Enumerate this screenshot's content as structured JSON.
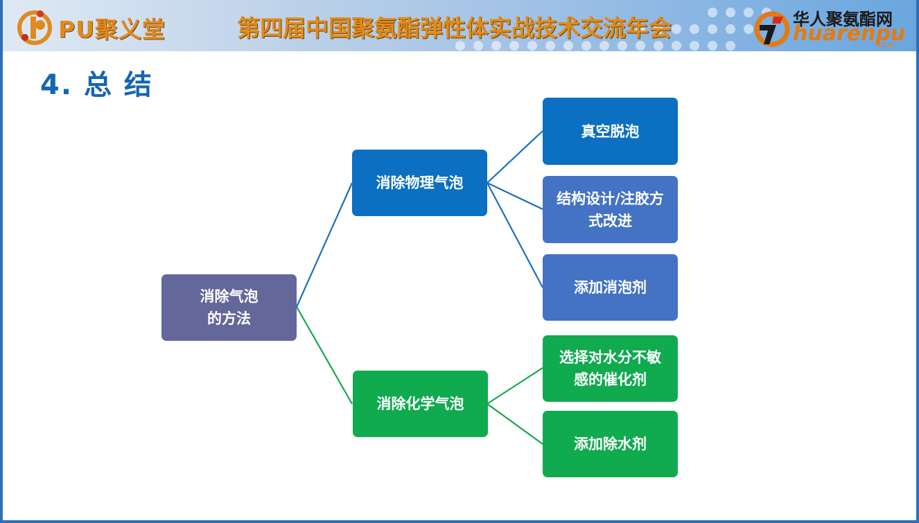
{
  "header": {
    "brand_left": "PU聚义堂",
    "conference_title": "第四届中国聚氨酯弹性体实战技术交流年会",
    "brand_right_cn": "华人聚氨酯网",
    "brand_right_en": "huarenpu",
    "brand_right_domain": ".com"
  },
  "section_heading": "4. 总 结",
  "colors": {
    "root": "#646799",
    "physical": "#0b6fc2",
    "physical_children": "#4472c4",
    "chemical": "#10aa4f",
    "line_blue": "#1b6fbd",
    "line_green": "#12a84c",
    "heading": "#1565b5",
    "brand_orange": "#e38b16"
  },
  "diagram": {
    "root": {
      "line1": "消除气泡",
      "line2": "的方法"
    },
    "physical": {
      "label": "消除物理气泡",
      "children": [
        {
          "line1": "真空脱泡",
          "line2": ""
        },
        {
          "line1": "结构设计/注胶方",
          "line2": "式改进"
        },
        {
          "line1": "添加消泡剂",
          "line2": ""
        }
      ]
    },
    "chemical": {
      "label": "消除化学气泡",
      "children": [
        {
          "line1": "选择对水分不敏",
          "line2": "感的催化剂"
        },
        {
          "line1": "添加除水剂",
          "line2": ""
        }
      ]
    }
  }
}
